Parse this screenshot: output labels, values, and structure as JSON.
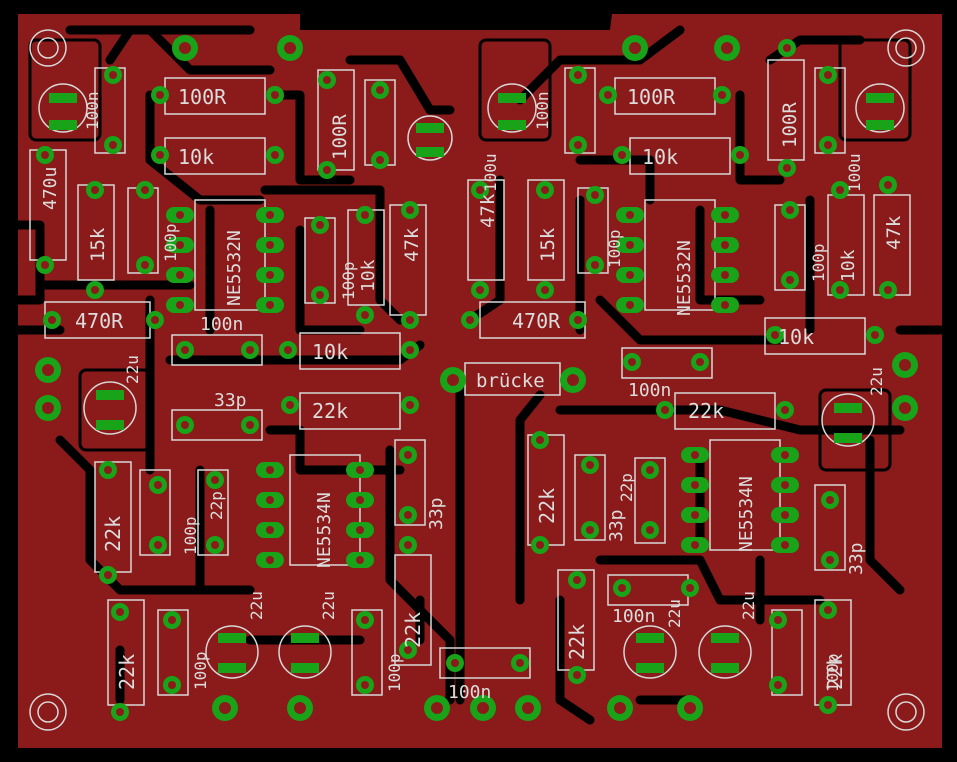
{
  "colors": {
    "background": "#000000",
    "copper": "#8b1a1a",
    "trace_outline": "#000000",
    "silkscreen": "#d8d8d8",
    "pad": "#19a319",
    "pad_center": "#8b1a1a",
    "drill": "#d8d8d8"
  },
  "mount_holes": 4,
  "labels": {
    "r100_top_left": "100R",
    "r10k_top_left": "10k",
    "r100_top_right": "100R",
    "r10k_top_right": "10k",
    "r100r_vertical_right": "100R",
    "r100r_vertical_mid": "100R",
    "c470u_left": "470u",
    "c100n_v1": "100n",
    "c100n_v2": "100n",
    "c100u_v_mid": "100u",
    "c100u_v_right": "100u",
    "c47k_left_mid": "47k",
    "c47k_right": "47k",
    "c47k_mid": "47k",
    "r15k_left": "15k",
    "r15k_right": "15k",
    "c100p_left": "100p",
    "c100p_mid": "100p",
    "c100p_right": "100p",
    "r10k_mid_v": "10k",
    "r10k_right_v": "10k",
    "ic_ne5532_left": "NE5532N",
    "ic_ne5532_right": "NE5532N",
    "ic_ne5534_left": "NE5534N",
    "ic_ne5534_right": "NE5534N",
    "r470r_left": "470R",
    "r470r_right": "470R",
    "c100n_left_h": "100n",
    "c100n_right_h": "100n",
    "c100n_bottom": "100n",
    "c100n_bottom_right": "100n",
    "r10k_mid_h": "10k",
    "r10k_right_h": "10k",
    "bridge": "brücke",
    "c22u_left": "22u",
    "c22u_right": "22u",
    "c22u_bottom_1": "22u",
    "c22u_bottom_2": "22u",
    "c22u_bottom_3": "22u",
    "c22u_bottom_4": "22u",
    "c33p_left_h": "33p",
    "c33p_mid_v": "33p",
    "c33p_right_v": "33p",
    "c33p_right_v2": "33p",
    "r22k_left_h": "22k",
    "r22k_right_h": "22k",
    "r22k_left_v": "22k",
    "r22k_right_v": "22k",
    "r22k_mid_v": "22k",
    "r22k_bottom_left": "22k",
    "r22k_bottom_right": "22k",
    "r22k_bottom_mid": "22k",
    "c22p_left": "22p",
    "c22p_right": "22p",
    "c100p_bl1": "100p",
    "c100p_bl2": "100p",
    "c100p_bm": "100p",
    "c100p_br": "100p"
  }
}
